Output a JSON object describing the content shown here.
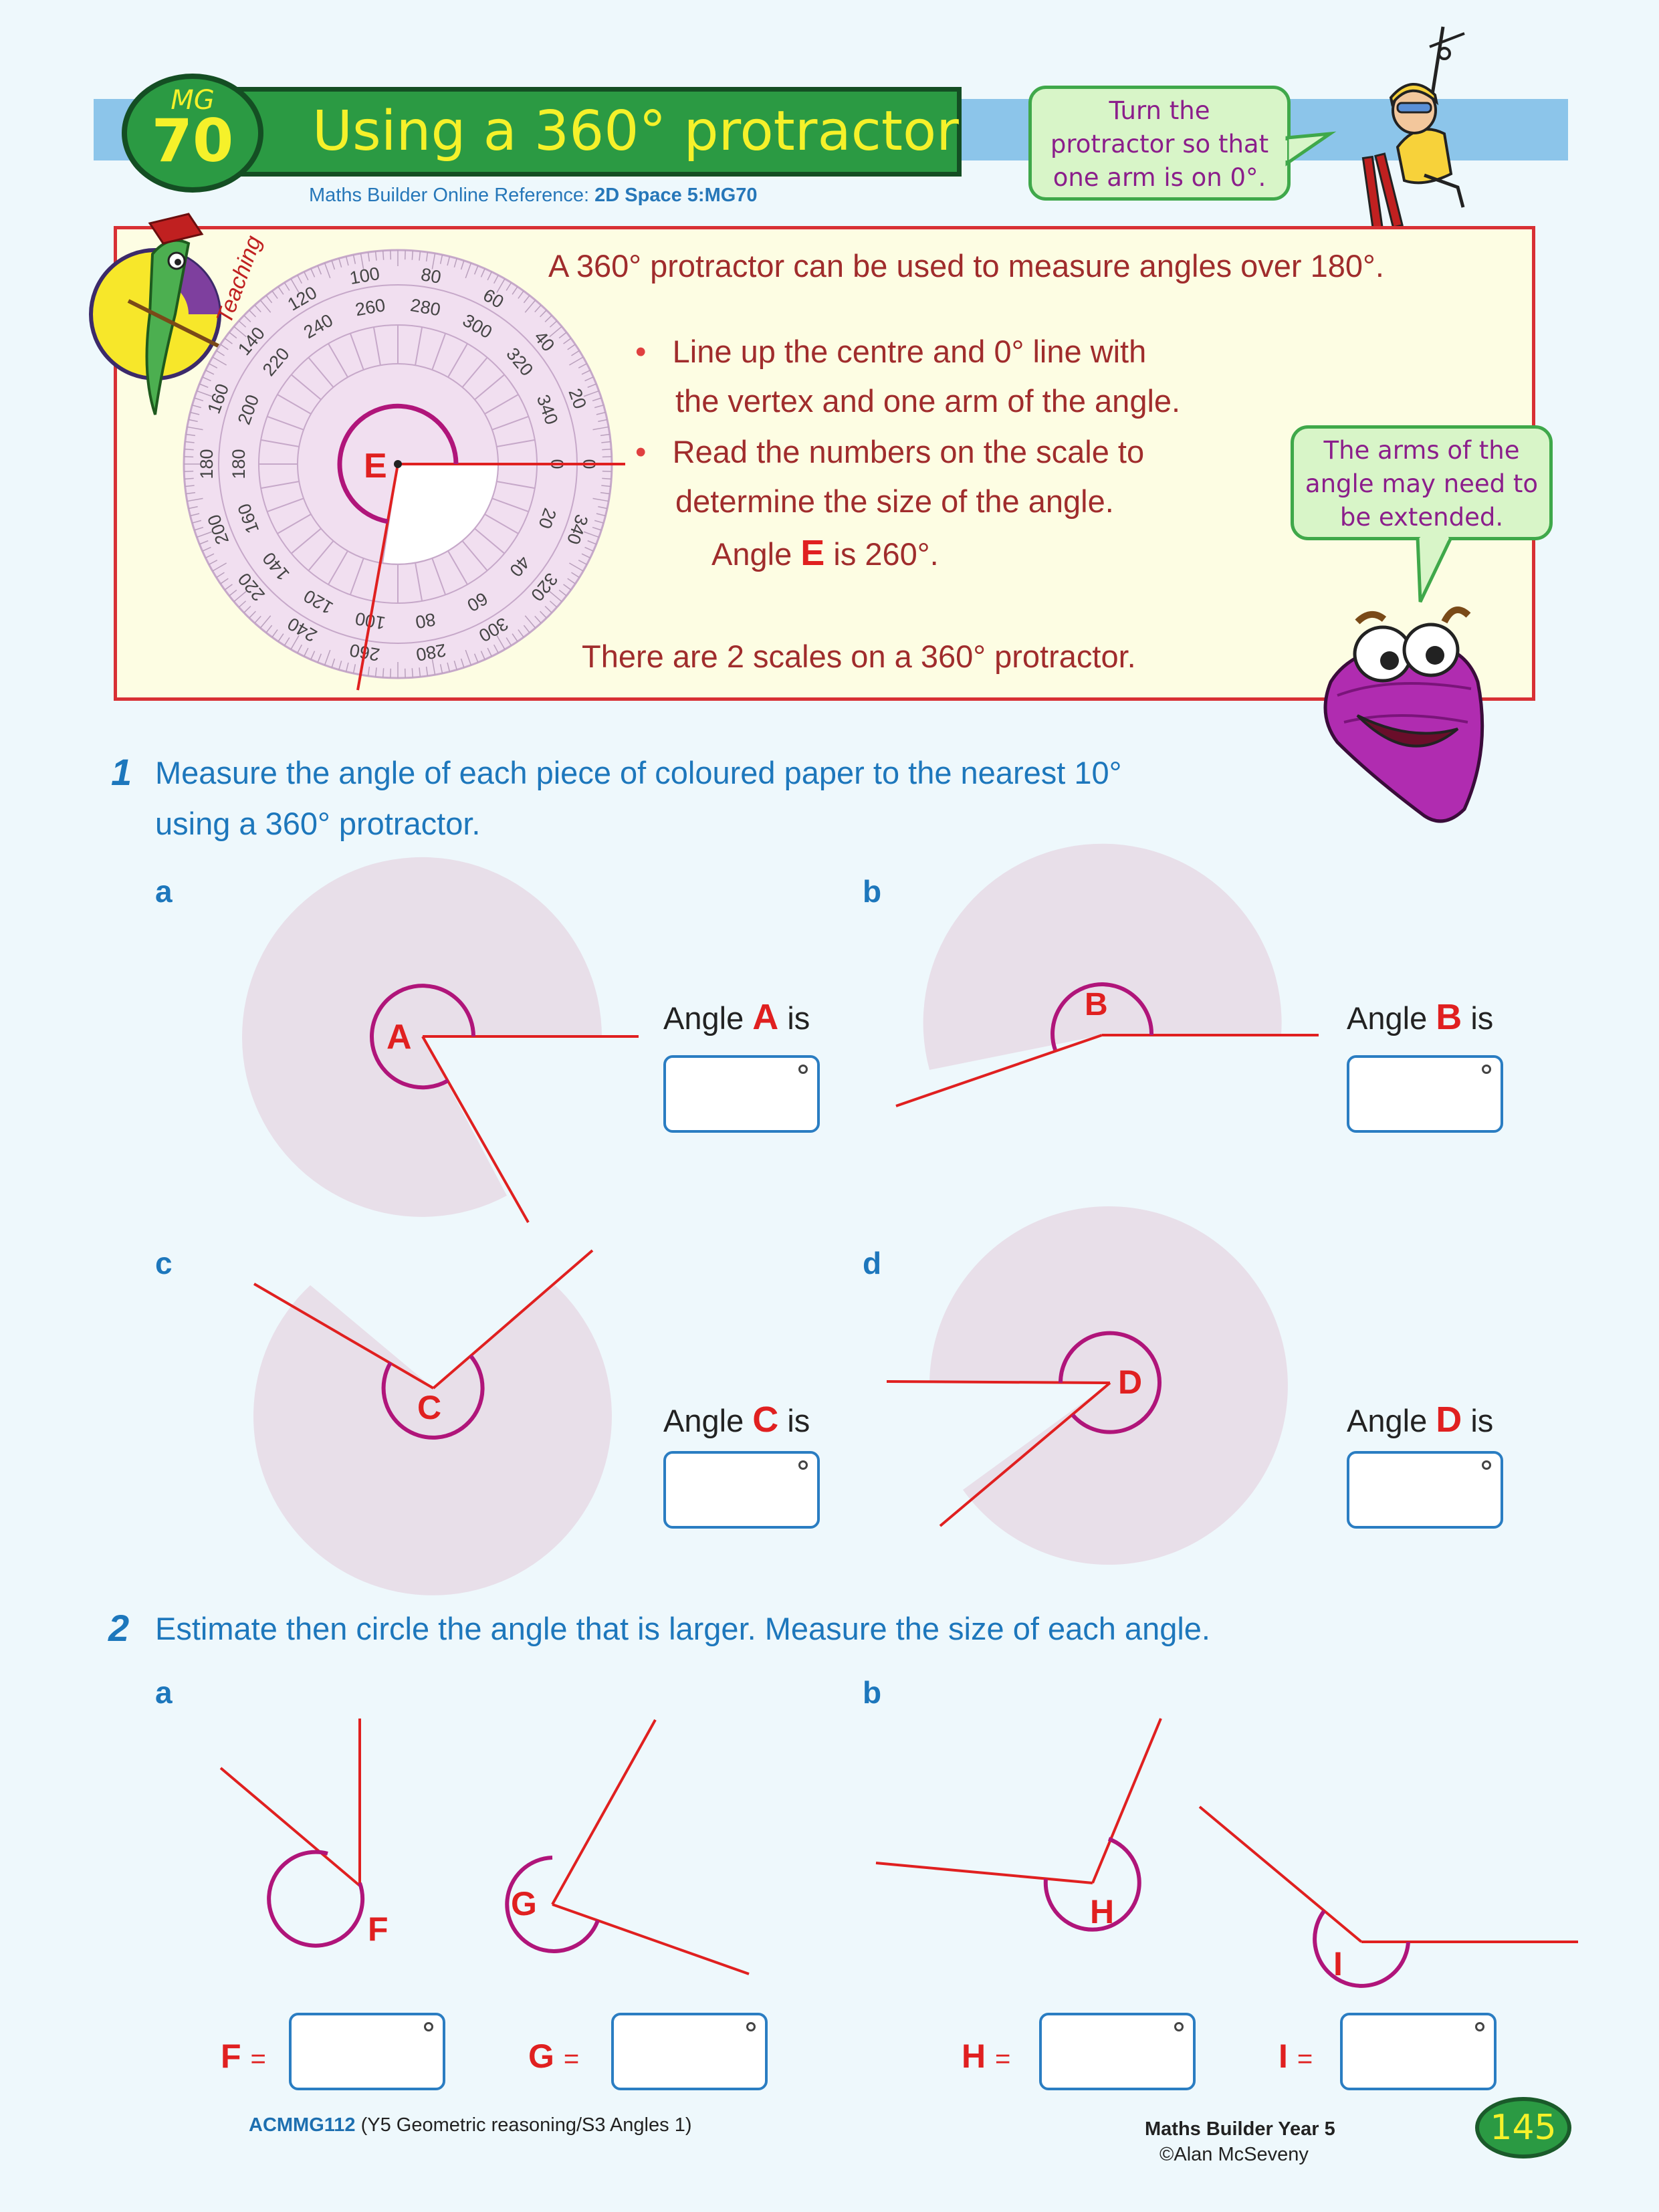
{
  "header": {
    "code_prefix": "MG",
    "code_number": "70",
    "title": "Using a 360° protractor",
    "reference_label": "Maths Builder Online Reference: ",
    "reference_value": "2D Space 5:MG70"
  },
  "bubbles": {
    "top": [
      "Turn the",
      "protractor so that",
      "one arm is on 0°."
    ],
    "right": [
      "The arms of the",
      "angle may need to",
      "be extended."
    ]
  },
  "teaching": {
    "badge_text": "Teaching",
    "intro": "A 360° protractor can be used to measure angles over 180°.",
    "bullet": "•",
    "bullet1_line1": "Line up the centre and 0° line with",
    "bullet1_line2": "the vertex and one arm of the angle.",
    "bullet2_line1": "Read the numbers on the scale to",
    "bullet2_line2": "determine the size of the angle.",
    "angle_prefix": "Angle ",
    "angle_letter": "E",
    "angle_suffix": " is 260°.",
    "scales_note": "There are 2 scales on a 360° protractor.",
    "protractor_label": "E",
    "outer_scale": [
      "0",
      "20",
      "40",
      "60",
      "80",
      "100",
      "120",
      "140",
      "160",
      "180",
      "200",
      "220",
      "240",
      "260",
      "280",
      "300",
      "320",
      "340"
    ],
    "inner_scale": [
      "0",
      "20",
      "40",
      "60",
      "80",
      "100",
      "120",
      "140",
      "160",
      "180",
      "200",
      "220",
      "240",
      "260",
      "280",
      "300",
      "320",
      "340"
    ]
  },
  "q1": {
    "number": "1",
    "text_line1": "Measure the angle of each piece of coloured paper to the nearest 10°",
    "text_line2": "using a 360° protractor.",
    "parts": [
      {
        "sub": "a",
        "letter": "A",
        "label_prefix": "Angle ",
        "label_suffix": " is"
      },
      {
        "sub": "b",
        "letter": "B",
        "label_prefix": "Angle ",
        "label_suffix": " is"
      },
      {
        "sub": "c",
        "letter": "C",
        "label_prefix": "Angle ",
        "label_suffix": " is"
      },
      {
        "sub": "d",
        "letter": "D",
        "label_prefix": "Angle ",
        "label_suffix": " is"
      }
    ]
  },
  "q2": {
    "number": "2",
    "text": "Estimate then circle the angle that is larger. Measure the size of each angle.",
    "sub_a": "a",
    "sub_b": "b",
    "angles": [
      "F",
      "G",
      "H",
      "I"
    ],
    "equals": "="
  },
  "footer": {
    "curriculum_code": "ACMMG112",
    "curriculum_desc": " (Y5 Geometric reasoning/S3 Angles 1)",
    "book": "Maths Builder Year 5",
    "author": "©Alan McSeveny",
    "page": "145"
  },
  "colors": {
    "title_green": "#2b9a43",
    "title_yellow": "#f5f12a",
    "band_blue": "#8cc5ea",
    "question_blue": "#1d77bc",
    "angle_red": "#e02020",
    "arc_magenta": "#b0157a",
    "paper_pink": "#e8dfe9"
  }
}
